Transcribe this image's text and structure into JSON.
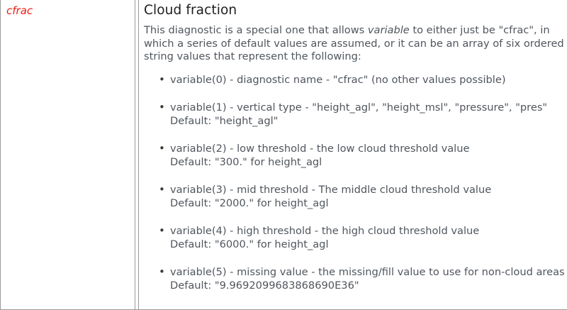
{
  "table": {
    "row": {
      "variable_name": "cfrac",
      "description": {
        "heading": "Cloud fraction",
        "paragraph": {
          "before_em": "This diagnostic is a special one that allows ",
          "em": "variable",
          "after_em": " to either just be \"cfrac\", in which a series of default values are assumed, or it can be an array of six ordered string values that represent the following:"
        },
        "items": [
          {
            "main": "variable(0) - diagnostic name - \"cfrac\" (no other values possible)",
            "default": ""
          },
          {
            "main": " variable(1) - vertical type - \"height_agl\", \"height_msl\", \"pressure\", \"pres\"",
            "default": "Default: \"height_agl\""
          },
          {
            "main": " variable(2) - low threshold - the low cloud threshold value",
            "default": "Default: \"300.\" for height_agl"
          },
          {
            "main": " variable(3) - mid threshold - The middle cloud threshold value",
            "default": "Default: \"2000.\" for height_agl"
          },
          {
            "main": " variable(4) - high threshold - the high cloud threshold value",
            "default": "Default: \"6000.\" for height_agl"
          },
          {
            "main": " variable(5) - missing value - the missing/fill value to use for non-cloud areas",
            "default": "Default: \"9.9692099683868690E36\""
          }
        ]
      }
    }
  },
  "colors": {
    "variable_name": "#f01c14",
    "heading": "#1d1d1d",
    "body_text": "#50565d",
    "border": "#9a9a9a",
    "bullet": "#3b3b3b",
    "background": "#ffffff"
  }
}
